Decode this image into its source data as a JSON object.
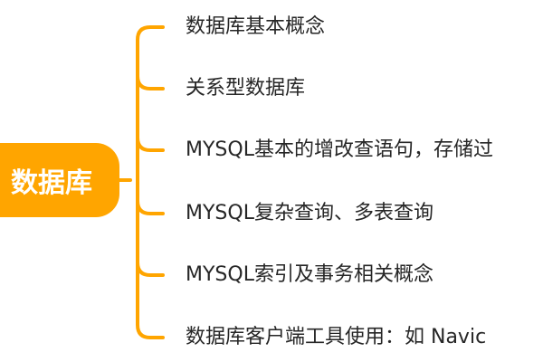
{
  "colors": {
    "accent": "#FFA500",
    "text": "#262626",
    "background": "#FFFFFF"
  },
  "mindmap": {
    "root": {
      "label": "数据库"
    },
    "branches": [
      {
        "label": "数据库基本概念"
      },
      {
        "label": "关系型数据库"
      },
      {
        "label": "MYSQL基本的增改查语句，存储过"
      },
      {
        "label": "MYSQL复杂查询、多表查询"
      },
      {
        "label": "MYSQL索引及事务相关概念"
      },
      {
        "label": "数据库客户端工具使用：如 Navic"
      }
    ]
  }
}
